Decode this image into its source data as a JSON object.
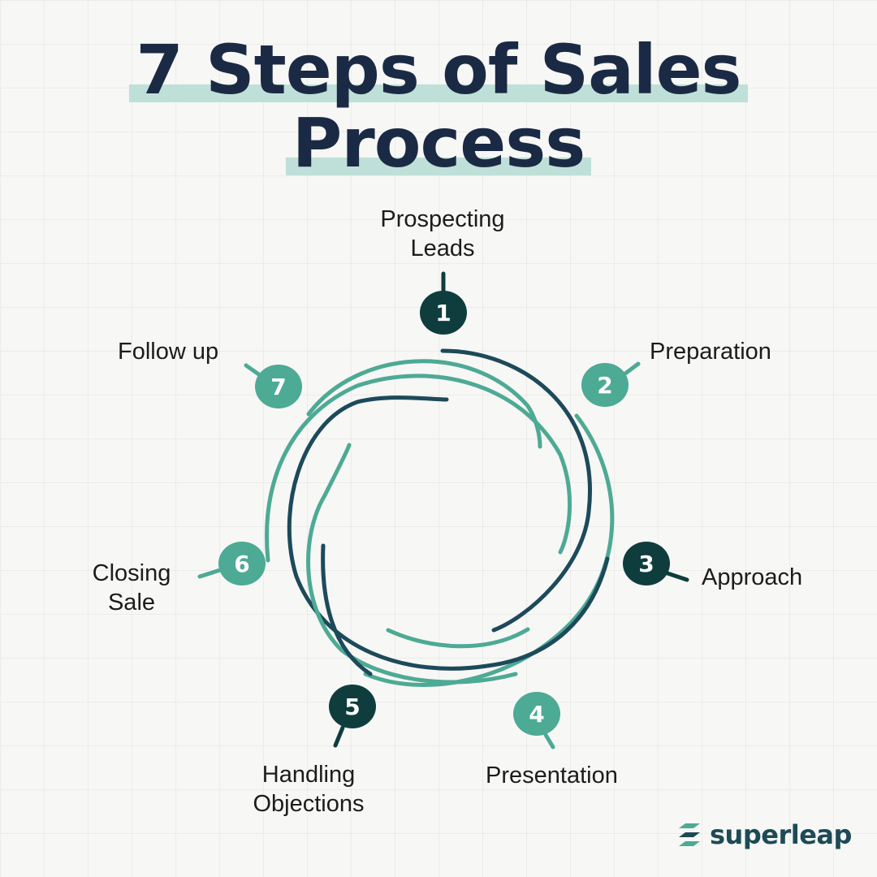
{
  "title": {
    "line1": "7 Steps of Sales",
    "line2": "Process"
  },
  "steps": [
    {
      "number": "1",
      "label_lines": [
        "Prospecting",
        "Leads"
      ],
      "color": "#0f3d3e"
    },
    {
      "number": "2",
      "label_lines": [
        "Preparation"
      ],
      "color": "#4daa94"
    },
    {
      "number": "3",
      "label_lines": [
        "Approach"
      ],
      "color": "#0f3d3e"
    },
    {
      "number": "4",
      "label_lines": [
        "Presentation"
      ],
      "color": "#4daa94"
    },
    {
      "number": "5",
      "label_lines": [
        "Handling",
        "Objections"
      ],
      "color": "#0f3d3e"
    },
    {
      "number": "6",
      "label_lines": [
        "Closing",
        "Sale"
      ],
      "color": "#4daa94"
    },
    {
      "number": "7",
      "label_lines": [
        "Follow up"
      ],
      "color": "#4daa94"
    }
  ],
  "colors": {
    "dark": "#0f3d3e",
    "navy_teal": "#1d4a5a",
    "green": "#4daa94",
    "title": "#1b2a44",
    "highlight": "#bfe0d8"
  },
  "brand": {
    "icon": "superleap-logo-icon",
    "name": "superleap"
  }
}
